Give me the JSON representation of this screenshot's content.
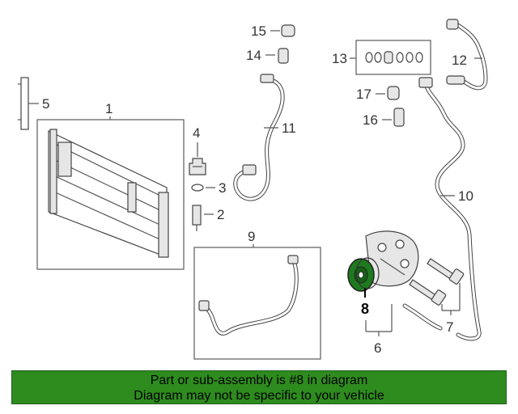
{
  "colors": {
    "footer_bg": "#2e8b1e",
    "clutch_highlight": "#1e7a1e"
  },
  "callouts": {
    "c1": "1",
    "c2": "2",
    "c3": "3",
    "c4": "4",
    "c5": "5",
    "c6": "6",
    "c7": "7",
    "c8": "8",
    "c9": "9",
    "c10": "10",
    "c11": "11",
    "c12": "12",
    "c13": "13",
    "c14": "14",
    "c15": "15",
    "c16": "16",
    "c17": "17"
  },
  "footer": {
    "line1": "Part or sub-assembly is #8 in diagram",
    "line2": "Diagram may not be specific to your vehicle"
  }
}
